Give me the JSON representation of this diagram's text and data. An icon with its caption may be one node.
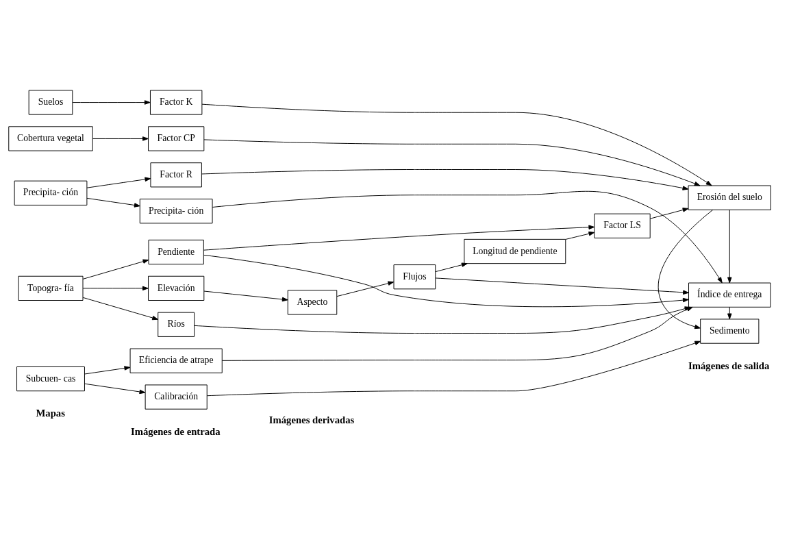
{
  "diagram": {
    "nodes": [
      {
        "text": [
          "Suelos"
        ]
      },
      {
        "text": [
          "Cobertura vegetal"
        ]
      },
      {
        "text": [
          "Precipita- ción"
        ]
      },
      {
        "text": [
          "Topogra- fía"
        ]
      },
      {
        "text": [
          "Subcuen- cas"
        ]
      },
      {
        "text": [
          "Factor K"
        ]
      },
      {
        "text": [
          "Factor CP"
        ]
      },
      {
        "text": [
          "Factor R"
        ]
      },
      {
        "text": [
          "Precipita- ción"
        ]
      },
      {
        "text": [
          "Pendiente"
        ]
      },
      {
        "text": [
          "Elevación"
        ]
      },
      {
        "text": [
          "Ríos"
        ]
      },
      {
        "text": [
          "Eficiencia de atrape"
        ]
      },
      {
        "text": [
          "Calibración"
        ]
      },
      {
        "text": [
          "Aspecto"
        ]
      },
      {
        "text": [
          "Flujos"
        ]
      },
      {
        "text": [
          "Longitud de pendiente"
        ]
      },
      {
        "text": [
          "Factor LS"
        ]
      },
      {
        "text": [
          "Erosión del suelo"
        ]
      },
      {
        "text": [
          "Índice de entrega"
        ]
      },
      {
        "text": [
          "Sedimento"
        ]
      }
    ],
    "edges": [
      {
        "from": 0,
        "to": 5,
        "arrow": "to"
      },
      {
        "from": 1,
        "to": 6,
        "arrow": "to"
      },
      {
        "from": 2,
        "to": 7,
        "arrow": "to"
      },
      {
        "from": 2,
        "to": 8,
        "arrow": "to"
      },
      {
        "from": 3,
        "to": 9,
        "arrow": "to"
      },
      {
        "from": 3,
        "to": 10,
        "arrow": "to"
      },
      {
        "from": 3,
        "to": 11,
        "arrow": "to"
      },
      {
        "from": 4,
        "to": 12,
        "arrow": "to"
      },
      {
        "from": 4,
        "to": 13,
        "arrow": "to"
      },
      {
        "from": 5,
        "to": 18,
        "arrow": "to"
      },
      {
        "from": 6,
        "to": 18,
        "arrow": "to"
      },
      {
        "from": 7,
        "to": 18,
        "arrow": "to"
      },
      {
        "from": 17,
        "to": 18,
        "arrow": "to"
      },
      {
        "from": 9,
        "to": 17,
        "arrow": "to"
      },
      {
        "from": 16,
        "to": 17,
        "arrow": "to"
      },
      {
        "from": 15,
        "to": 16,
        "arrow": "to"
      },
      {
        "from": 8,
        "to": 19,
        "arrow": "to"
      },
      {
        "from": 9,
        "to": 19,
        "arrow": "to"
      },
      {
        "from": 10,
        "to": 14,
        "arrow": "to"
      },
      {
        "from": 14,
        "to": 15,
        "arrow": "to"
      },
      {
        "from": 15,
        "to": 19,
        "arrow": "to"
      },
      {
        "from": 11,
        "to": 19,
        "arrow": "to"
      },
      {
        "from": 12,
        "to": 19,
        "arrow": "to"
      },
      {
        "from": 18,
        "to": 19,
        "arrow": "to"
      },
      {
        "from": 18,
        "to": 20,
        "arrow": "to"
      },
      {
        "from": 19,
        "to": 20,
        "arrow": "to"
      },
      {
        "from": 13,
        "to": 20,
        "arrow": "to"
      }
    ],
    "labels": [
      "Mapas",
      "Imágenes de entrada",
      "Imágenes derivadas",
      "Imágenes de salida"
    ]
  }
}
